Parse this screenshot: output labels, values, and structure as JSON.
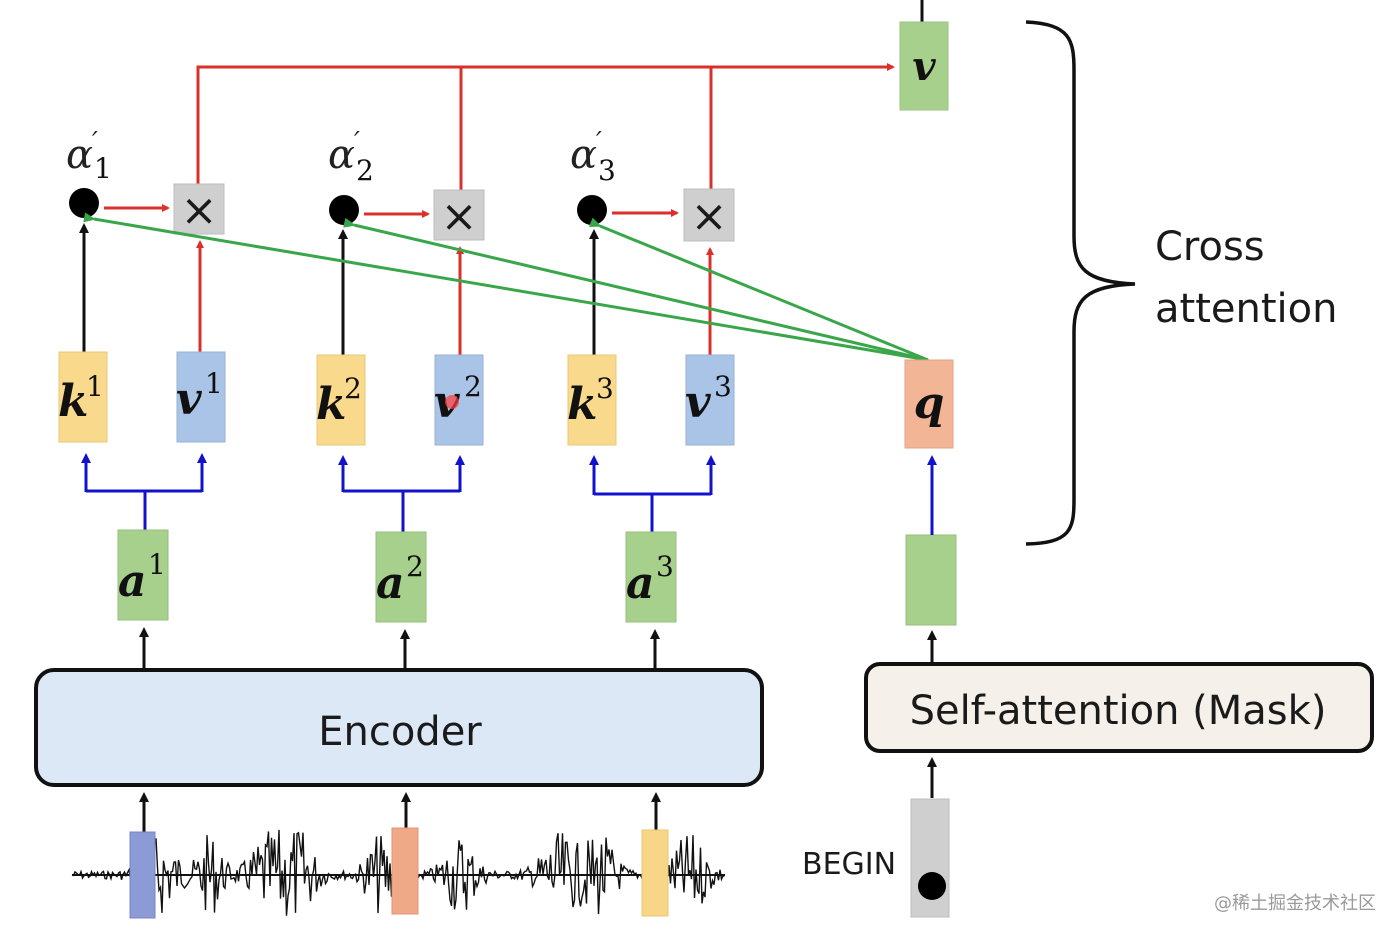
{
  "title": "Cross attention",
  "colors": {
    "key": "#f9d98c",
    "value": "#a9c4e6",
    "encoder_out": "#a8d08d",
    "query": "#f2b595",
    "begin": "#cfcfcf",
    "multiply": "#cfcfcf",
    "arrow_red": "#d9302b",
    "arrow_blue": "#1212cc",
    "arrow_green": "#3aa64a",
    "encoder_fill": "#dce8f5",
    "selfatt_fill": "#f5f1ea"
  },
  "attention_weights": [
    {
      "symbol": "α",
      "prime": "′",
      "index": "1"
    },
    {
      "symbol": "α",
      "prime": "′",
      "index": "2"
    },
    {
      "symbol": "α",
      "prime": "′",
      "index": "3"
    }
  ],
  "multiply_symbol": "×",
  "keys": [
    {
      "base": "k",
      "sup": "1"
    },
    {
      "base": "k",
      "sup": "2"
    },
    {
      "base": "k",
      "sup": "3"
    }
  ],
  "values": [
    {
      "base": "v",
      "sup": "1"
    },
    {
      "base": "v",
      "sup": "2"
    },
    {
      "base": "v",
      "sup": "3"
    }
  ],
  "encoder_outputs": [
    {
      "base": "a",
      "sup": "1"
    },
    {
      "base": "a",
      "sup": "2"
    },
    {
      "base": "a",
      "sup": "3"
    }
  ],
  "output_vector": {
    "base": "v"
  },
  "query": {
    "base": "q"
  },
  "encoder_label": "Encoder",
  "decoder_label": "Self-attention (Mask)",
  "begin_label": "BEGIN",
  "brace_label_line1": "Cross",
  "brace_label_line2": "attention",
  "watermark": "@稀土掘金技术社区"
}
